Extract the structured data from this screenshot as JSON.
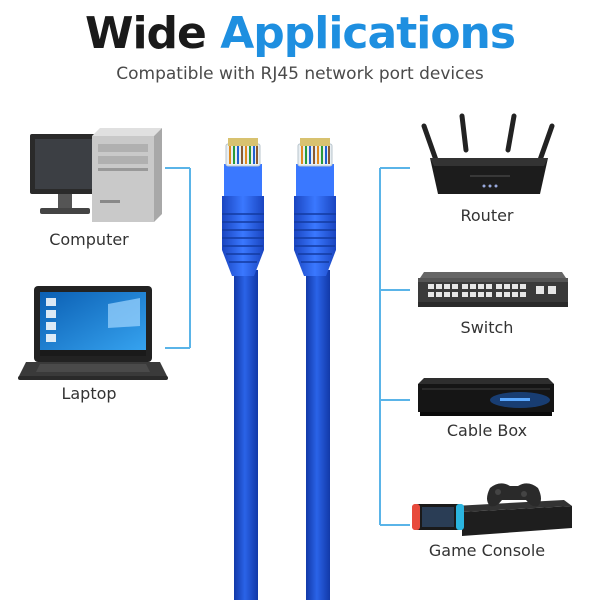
{
  "heading": {
    "word1": "Wide",
    "word2": "Applications"
  },
  "subtitle": "Compatible with RJ45 network port devices",
  "devices_left": [
    {
      "label": "Computer",
      "icon": "desktop-computer-icon"
    },
    {
      "label": "Laptop",
      "icon": "laptop-icon"
    }
  ],
  "devices_right": [
    {
      "label": "Router",
      "icon": "router-icon"
    },
    {
      "label": "Switch",
      "icon": "network-switch-icon"
    },
    {
      "label": "Cable Box",
      "icon": "cable-box-icon"
    },
    {
      "label": "Game Console",
      "icon": "game-console-icon"
    }
  ],
  "colors": {
    "accent": "#1e8fe0",
    "cable": "#1b4fd6",
    "bracket": "#5ab4e8"
  }
}
